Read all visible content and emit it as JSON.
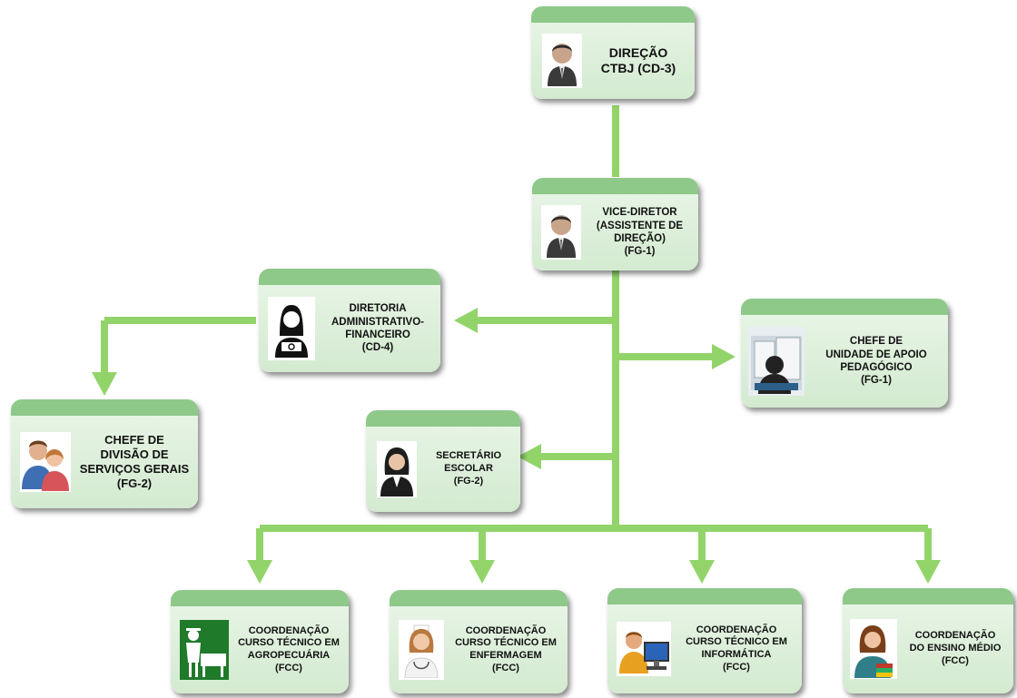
{
  "nodes": {
    "direcao": {
      "lines": [
        "DIREÇÃO",
        "CTBJ (CD-3)"
      ],
      "icon": "businessman-icon"
    },
    "vice_diretor": {
      "lines": [
        "VICE-DIRETOR",
        "(ASSISTENTE DE",
        "DIREÇÃO)",
        "(FG-1)"
      ],
      "icon": "businessman-icon"
    },
    "diretoria_adm": {
      "lines": [
        "DIRETORIA",
        "ADMINISTRATIVO-",
        "FINANCEIRO",
        "(CD-4)"
      ],
      "icon": "finance-woman-icon"
    },
    "chefe_apoio": {
      "lines": [
        "CHEFE DE",
        "UNIDADE DE APOIO",
        "PEDAGÓGICO",
        "(FG-1)"
      ],
      "icon": "reader-icon"
    },
    "chefe_servicos": {
      "lines": [
        "CHEFE DE",
        "DIVISÃO DE",
        "SERVIÇOS GERAIS",
        "(FG-2)"
      ],
      "icon": "people-icon"
    },
    "secretario": {
      "lines": [
        "SECRETÁRIO",
        "ESCOLAR",
        "(FG-2)"
      ],
      "icon": "secretary-icon"
    },
    "coord_agro": {
      "lines": [
        "COORDENAÇÃO",
        "CURSO TÉCNICO EM",
        "AGROPECUÁRIA",
        "(FCC)"
      ],
      "icon": "farmer-cow-icon"
    },
    "coord_enf": {
      "lines": [
        "COORDENAÇÃO",
        "CURSO TÉCNICO EM",
        "ENFERMAGEM",
        "(FCC)"
      ],
      "icon": "nurse-icon"
    },
    "coord_info": {
      "lines": [
        "COORDENAÇÃO",
        "CURSO TÉCNICO EM",
        "INFORMÁTICA",
        "(FCC)"
      ],
      "icon": "computer-user-icon"
    },
    "coord_medio": {
      "lines": [
        "COORDENAÇÃO",
        "DO ENSINO MÉDIO",
        "(FCC)"
      ],
      "icon": "teacher-icon"
    }
  },
  "colors": {
    "connector": "#92d46a",
    "box_header": "#8ec98a",
    "box_body": "#dcefd9"
  }
}
